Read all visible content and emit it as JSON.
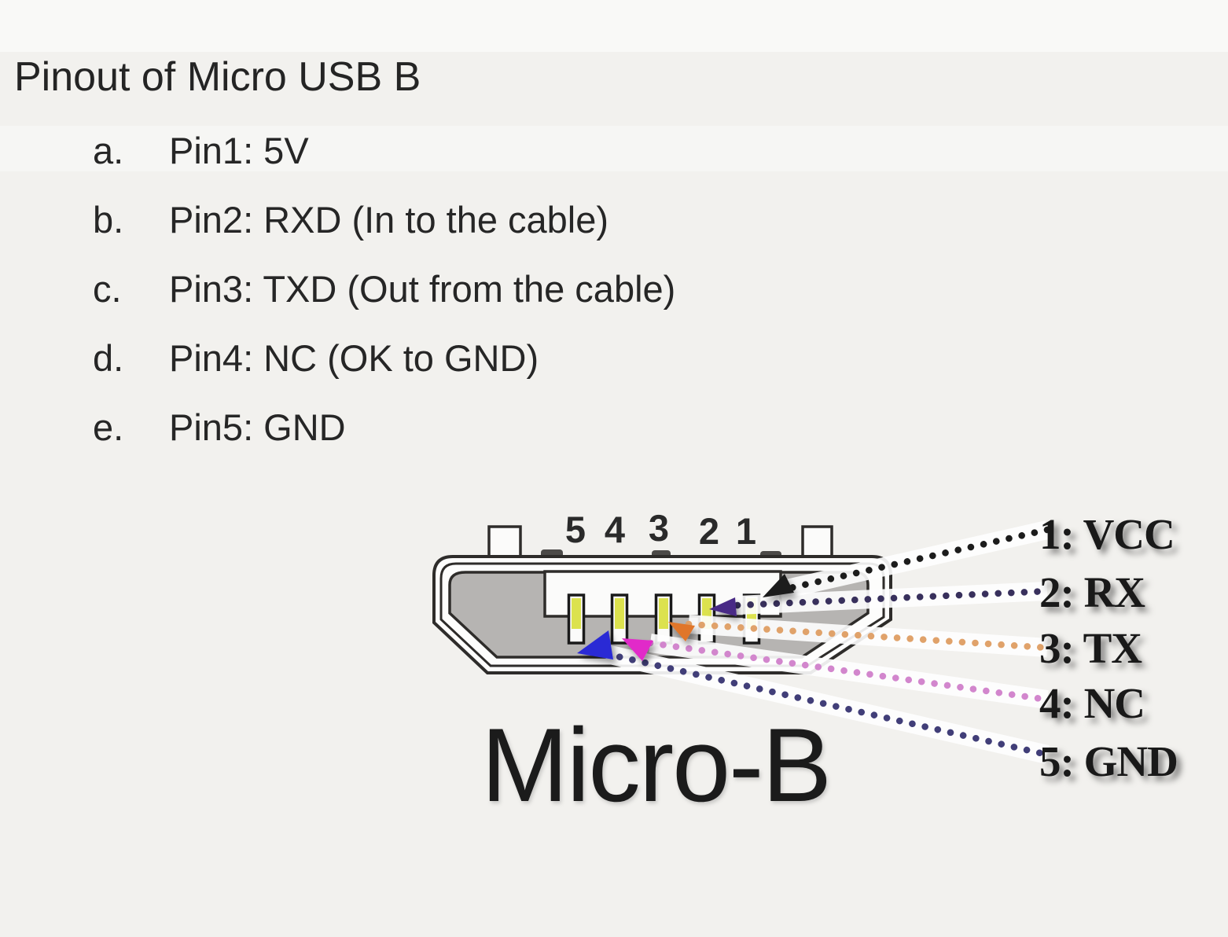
{
  "title": "Pinout of Micro USB B",
  "pin_list": [
    {
      "letter": "a.",
      "text": "Pin1: 5V"
    },
    {
      "letter": "b.",
      "text": "Pin2: RXD (In to the cable)"
    },
    {
      "letter": "c.",
      "text": "Pin3: TXD (Out from the cable)"
    },
    {
      "letter": "d.",
      "text": "Pin4: NC (OK to GND)"
    },
    {
      "letter": "e.",
      "text": "Pin5: GND"
    }
  ],
  "connector": {
    "name": "Micro-B",
    "pin_numbers": [
      "5",
      "4",
      "3",
      "2",
      "1"
    ],
    "shell_color": "#2e2c2a",
    "body_color": "#b6b4b2",
    "contact_color": "#dce24e"
  },
  "wires": [
    {
      "label": "1: VCC",
      "dot_color": "#1c1c1c",
      "arrow_color": "#1f1f1f"
    },
    {
      "label": "2: RX",
      "dot_color": "#38305c",
      "arrow_color": "#4a2a86"
    },
    {
      "label": "3: TX",
      "dot_color": "#e0a26a",
      "arrow_color": "#e0762a"
    },
    {
      "label": "4: NC",
      "dot_color": "#d286cd",
      "arrow_color": "#e12cc9"
    },
    {
      "label": "5: GND",
      "dot_color": "#413e78",
      "arrow_color": "#2b2bd5"
    }
  ]
}
